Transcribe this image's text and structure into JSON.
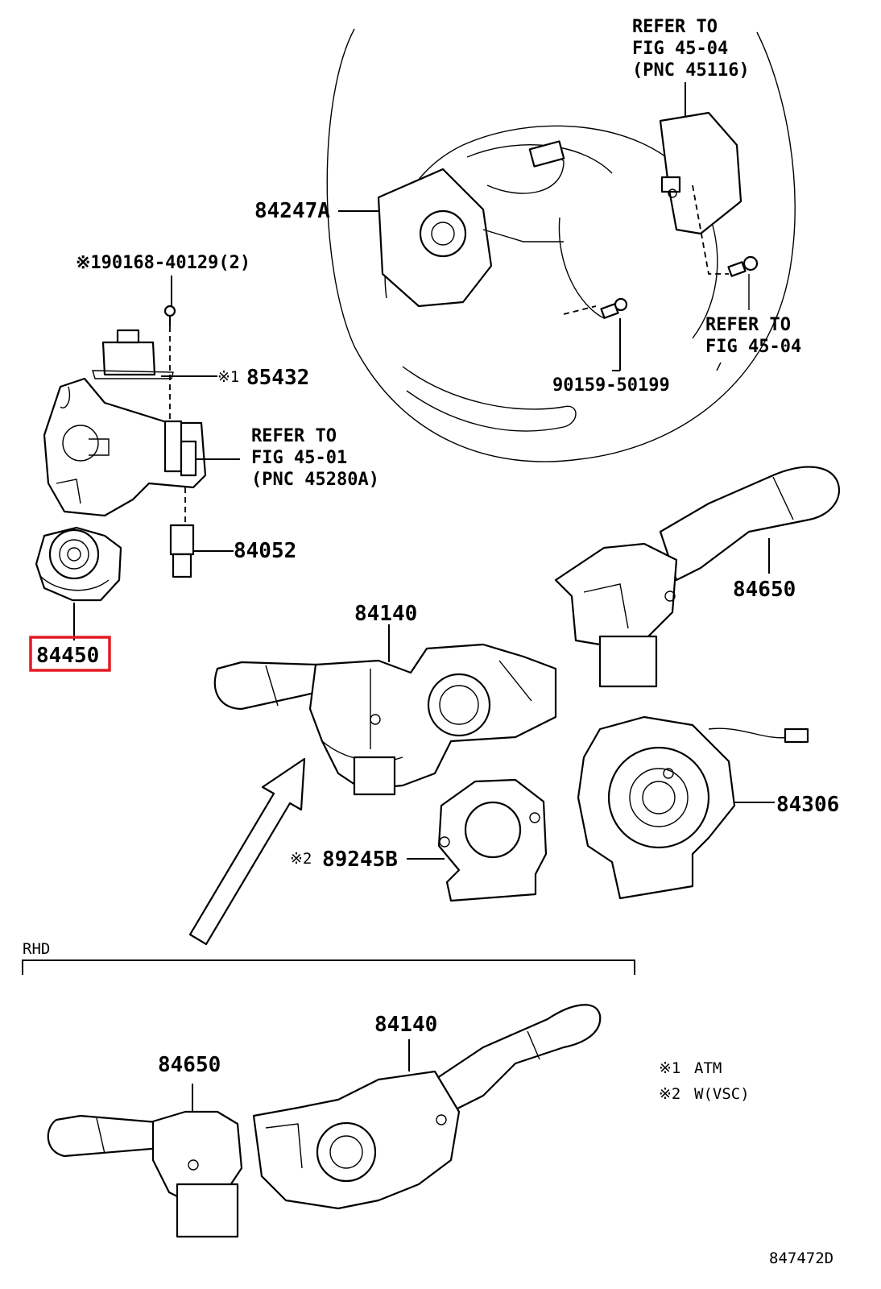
{
  "labels": {
    "ref_fig_45_04_a": [
      "REFER TO",
      "FIG 45-04",
      "(PNC 45116)"
    ],
    "part_84247a": "84247A",
    "screw_90168": "※190168-40129(2)",
    "mark_85432": "※1",
    "part_85432": "85432",
    "ref_fig_45_01": [
      "REFER TO",
      "FIG 45-01",
      "(PNC 45280A)"
    ],
    "ref_fig_45_04_b": [
      "REFER TO",
      "FIG 45-04"
    ],
    "bolt_90159": "90159-50199",
    "part_84052": "84052",
    "part_84450": "84450",
    "part_84650": "84650",
    "part_84140": "84140",
    "part_84306": "84306",
    "mark_89245b": "※2",
    "part_89245b": "89245B",
    "rhd_label": "RHD",
    "rhd_part_84140": "84140",
    "rhd_part_84650": "84650",
    "legend": [
      {
        "mark": "※1",
        "text": "ATM"
      },
      {
        "mark": "※2",
        "text": "W(VSC)"
      }
    ],
    "figure_code": "847472D"
  },
  "colors": {
    "highlight": "#e21a22",
    "ink": "#000000",
    "paper": "#ffffff"
  }
}
